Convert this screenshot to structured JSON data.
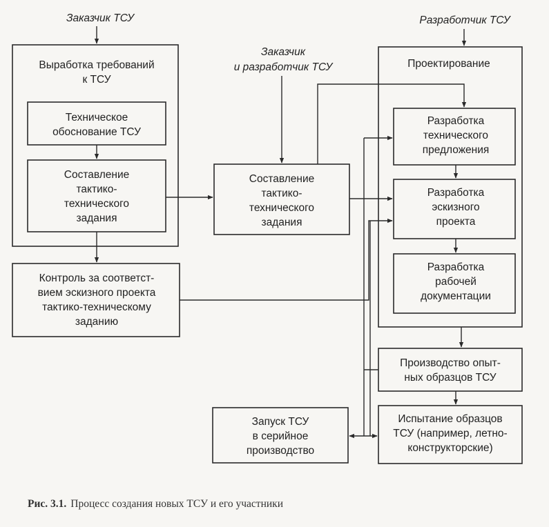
{
  "participants": {
    "customer": "Заказчик ТСУ",
    "customer_and_developer": [
      "Заказчик",
      "и разработчик ТСУ"
    ],
    "developer": "Разработчик ТСУ"
  },
  "customer_group": {
    "title": [
      "Выработка требований",
      "к ТСУ"
    ],
    "tech_justification": [
      "Техническое",
      "обоснование ТСУ"
    ],
    "tts_draft": [
      "Составление",
      "тактико-",
      "технического",
      "задания"
    ]
  },
  "control": [
    "Контроль за соответст-",
    "вием эскизного проекта",
    "тактико-техническому",
    "заданию"
  ],
  "joint_tts": [
    "Составление",
    "тактико-",
    "технического",
    "задания"
  ],
  "design_group": {
    "title": "Проектирование",
    "tech_proposal": [
      "Разработка",
      "технического",
      "предложения"
    ],
    "draft_project": [
      "Разработка",
      "эскизного",
      "проекта"
    ],
    "working_docs": [
      "Разработка",
      "рабочей",
      "документации"
    ]
  },
  "prototype_production": [
    "Производство опыт-",
    "ных образцов ТСУ"
  ],
  "testing": [
    "Испытание образцов",
    "ТСУ (например, летно-",
    "конструкторские)"
  ],
  "serial_launch": [
    "Запуск ТСУ",
    "в серийное",
    "производство"
  ],
  "caption": {
    "label": "Рис. 3.1.",
    "text": "Процесс создания новых ТСУ и его участники"
  }
}
